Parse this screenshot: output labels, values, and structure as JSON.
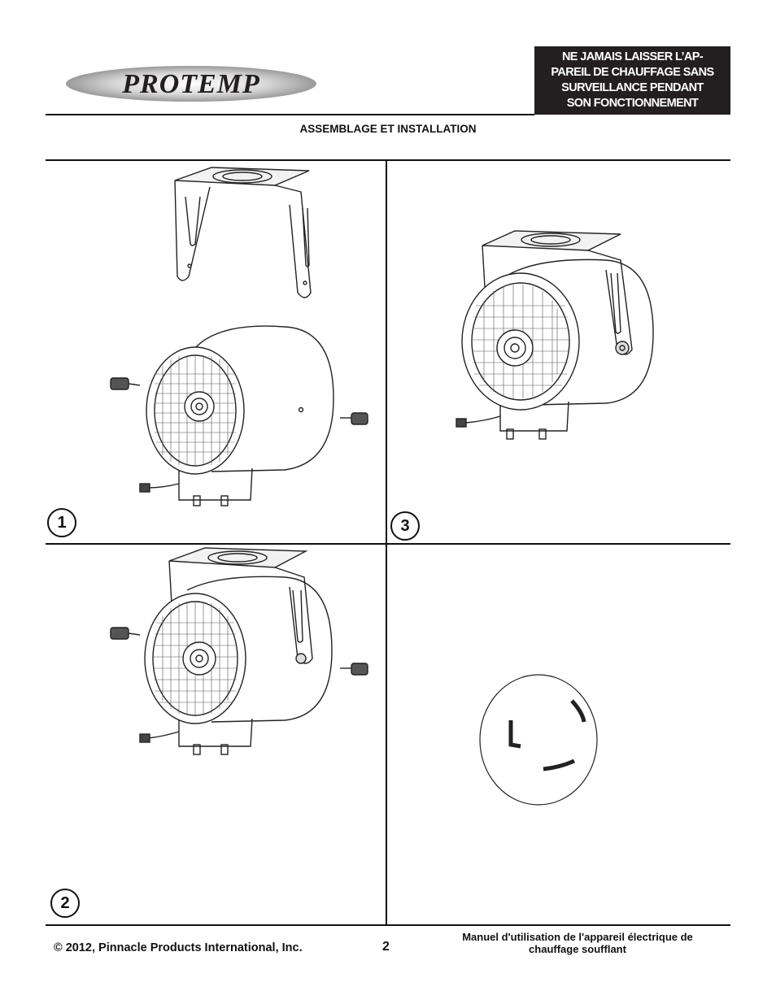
{
  "header": {
    "logo_text": "PROTEMP",
    "warning_lines": [
      "NE JAMAIS LAISSER L’AP-",
      "PAREIL DE CHAUFFAGE SANS",
      "SURVEILLANCE PENDANT",
      "SON FONCTIONNEMENT"
    ]
  },
  "section_title": "ASSEMBLAGE ET INSTALLATION",
  "steps": {
    "step1": "1",
    "step2": "2",
    "step3": "3"
  },
  "footer": {
    "copyright": "© 2012, Pinnacle Products International, Inc.",
    "page_number": "2",
    "manual_title_line1": "Manuel d'utilisation de l'appareil électrique de",
    "manual_title_line2": "chauffage soufflant"
  }
}
